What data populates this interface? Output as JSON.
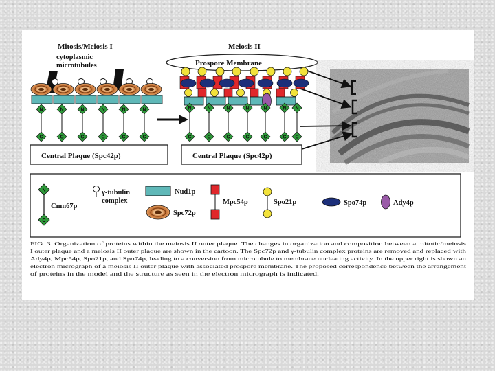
{
  "labels": {
    "mitosis_title": "Mitosis/Meiosis I",
    "meiosis_title": "Meiosis II",
    "cytoplasmic_line1": "cytoplasmic",
    "cytoplasmic_line2": "microtubules",
    "prospore_membrane": "Prospore Membrane",
    "central_plaque": "Central Plaque (Spc42p)",
    "n_letter": "N",
    "c_letter": "C"
  },
  "legend": {
    "cnm67p": "Cnm67p",
    "gamma_tubulin_line1": "γ-tubulin",
    "gamma_tubulin_line2": "complex",
    "nud1p": "Nud1p",
    "spc72p": "Spc72p",
    "mpc54p": "Mpc54p",
    "spo21p": "Spo21p",
    "spo74p": "Spo74p",
    "ady4p": "Ady4p"
  },
  "caption": {
    "lines": [
      "FIG. 3. Organization of proteins within the meiosis II outer plaque. The changes in organization and composition between a mitotic/meiosis",
      "I outer plaque and a meiosis II outer plaque are shown in the cartoon. The Spc72p and γ-tubulin complex proteins are removed and replaced with",
      "Ady4p, Mpc54p, Spo21p, and Spo74p, leading to a conversion from microtubule to membrane nucleating activity. In the upper right is shown an",
      "electron micrograph of a meiosis II outer plaque with associated prospore membrane. The proposed correspondence between the arrangement",
      "of proteins in the model and the structure as seen in the electron micrograph is indicated."
    ]
  },
  "colors": {
    "teal": "#5fb8b8",
    "green": "#2e9a3a",
    "orange": "#e8a062",
    "red": "#e0272b",
    "yellow": "#f2e23a",
    "navy": "#1c2f7a",
    "purple": "#9a5aa8"
  }
}
